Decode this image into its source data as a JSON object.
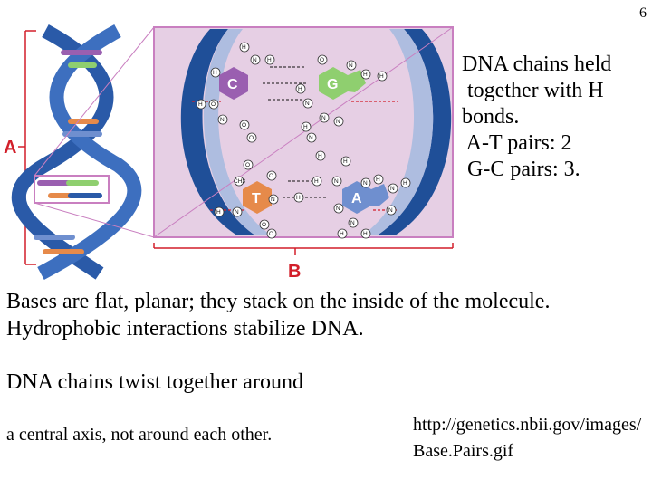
{
  "page_number": "6",
  "figure": {
    "label_a": "A",
    "label_b": "B",
    "bases": {
      "c": "C",
      "g": "G",
      "t": "T",
      "a": "A"
    },
    "atom_h": "H",
    "atom_n": "N",
    "atom_o": "O",
    "atom_ch3": "CH3",
    "colors": {
      "helix": "#2a5aa8",
      "box": "#e6cfe4",
      "border": "#c97fc0",
      "bracket": "#d21f2a",
      "base_c": "#9a5fb0",
      "base_g": "#8fcf6f",
      "base_t": "#e68a4a",
      "base_a": "#6f8fcf"
    }
  },
  "side_note": {
    "line1": "DNA chains held",
    "line2": " together with H",
    "line3": "bonds.",
    "line4": " A-T pairs: 2",
    "line5": " G-C pairs: 3."
  },
  "body": {
    "paragraph1": "Bases are flat, planar; they stack on the inside of the molecule. Hydrophobic interactions stabilize DNA.",
    "paragraph2": "DNA chains twist together around",
    "paragraph3": "a central axis, not around each other."
  },
  "source": "http://genetics.nbii.gov/images/Base.Pairs.gif"
}
